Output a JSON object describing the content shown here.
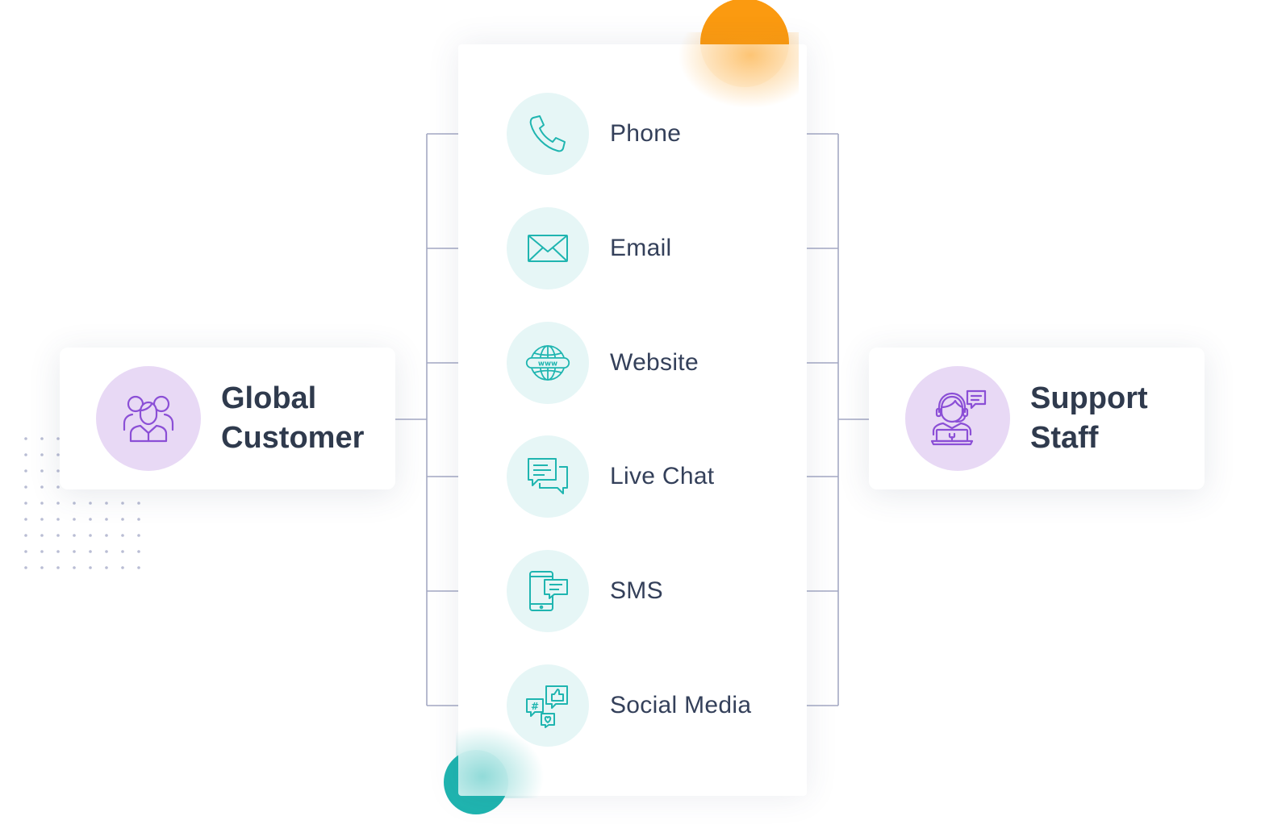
{
  "left_node": {
    "title_line1": "Global",
    "title_line2": "Customer",
    "icon": "group-users-icon"
  },
  "right_node": {
    "title_line1": "Support",
    "title_line2": "Staff",
    "icon": "support-agent-icon"
  },
  "channels": [
    {
      "label": "Phone",
      "icon": "phone-icon"
    },
    {
      "label": "Email",
      "icon": "email-icon"
    },
    {
      "label": "Website",
      "icon": "globe-www-icon"
    },
    {
      "label": "Live Chat",
      "icon": "chat-bubbles-icon"
    },
    {
      "label": "SMS",
      "icon": "mobile-sms-icon"
    },
    {
      "label": "Social Media",
      "icon": "social-media-icon"
    }
  ],
  "colors": {
    "teal": "#1fb5b0",
    "teal_light": "#e6f6f6",
    "purple": "#8b4fd6",
    "purple_light": "#e8d9f5",
    "orange": "#fb9a10",
    "connector": "#a3a8c3",
    "text": "#2f3a4d"
  }
}
